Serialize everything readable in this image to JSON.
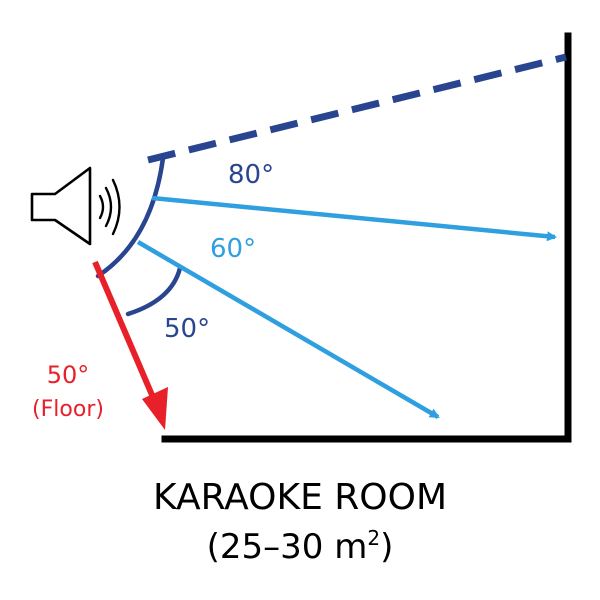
{
  "labels": {
    "angle_80": "80°",
    "angle_60": "60°",
    "angle_50": "50°",
    "angle_floor": "50°",
    "floor": "(Floor)"
  },
  "title": {
    "line1": "KARAOKE ROOM",
    "line2_prefix": "(25–30 m",
    "line2_sup": "2",
    "line2_suffix": ")"
  },
  "colors": {
    "dark_blue": "#2a4590",
    "light_blue": "#2f9fe0",
    "red": "#e8202a",
    "black": "#000000"
  },
  "icons": {
    "speaker": "speaker-icon",
    "sound_waves": "sound-waves-icon"
  }
}
